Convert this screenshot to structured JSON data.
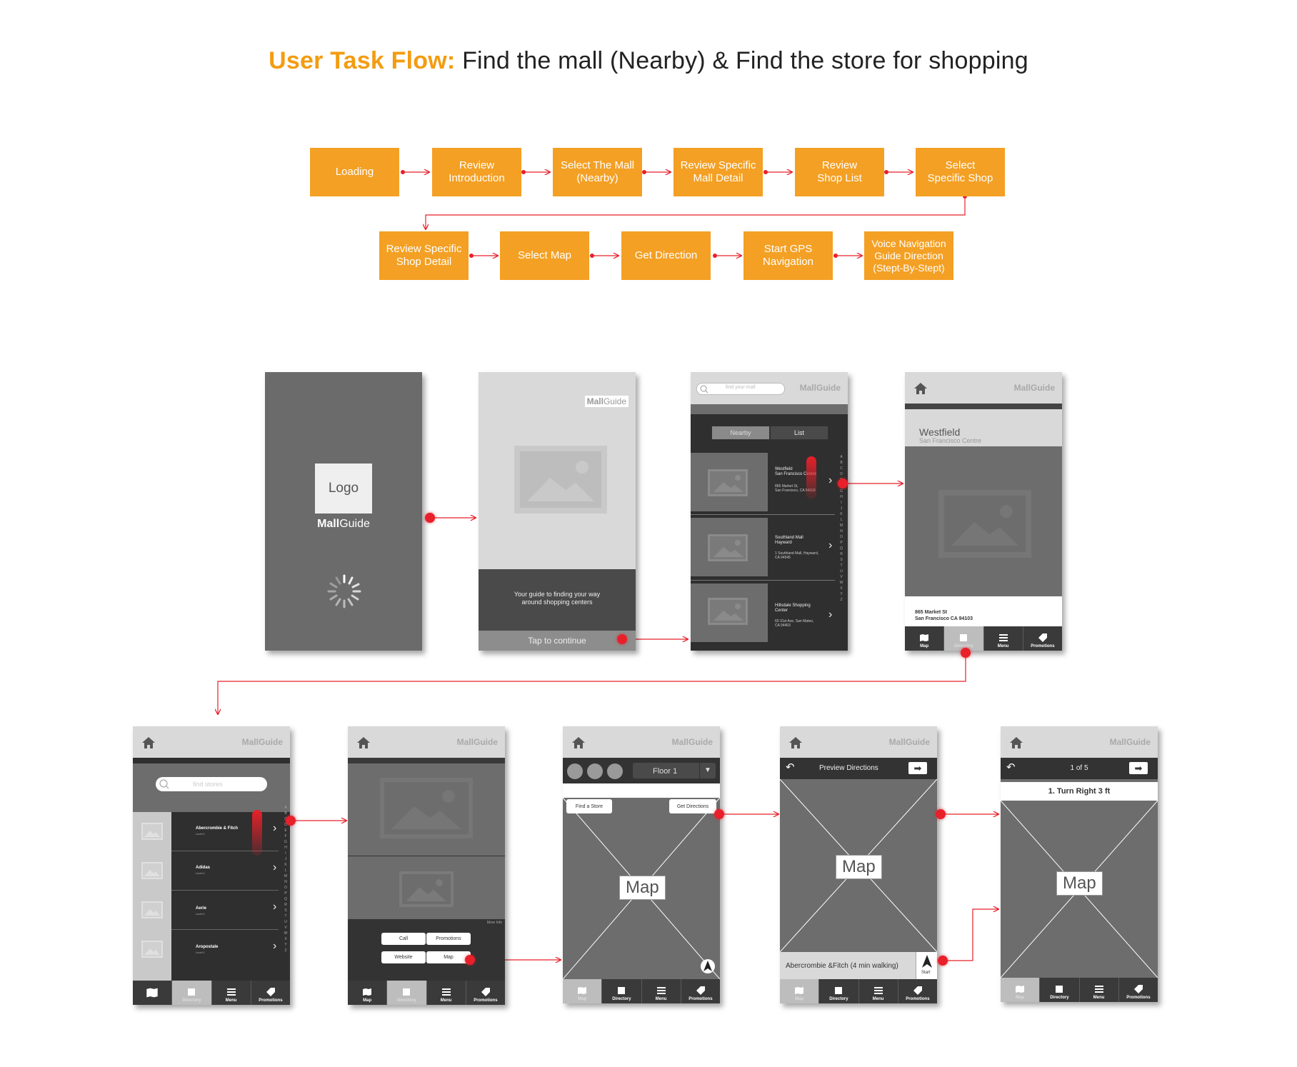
{
  "title": {
    "prefix": "User Task Flow:",
    "text": "Find the mall (Nearby) & Find the store for shopping"
  },
  "colors": {
    "accent": "#f4a024",
    "connector": "#e8202a",
    "gray": "#6d6d6d"
  },
  "flow_row1": [
    "Loading",
    "Review\nIntroduction",
    "Select The Mall\n(Nearby)",
    "Review Specific\nMall Detail",
    "Review\nShop List",
    "Select\nSpecific Shop"
  ],
  "flow_row2": [
    "Review Specific\nShop Detail",
    "Select Map",
    "Get Direction",
    "Start GPS\nNavigation",
    "Voice Navigation\nGuide Direction\n(Stept-By-Stept)"
  ],
  "brand": {
    "mall": "Mall",
    "guide": "Guide"
  },
  "tabs": {
    "map": "Map",
    "directory": "Directory",
    "menu": "Menu",
    "promotions": "Promotions"
  },
  "screen1": {
    "logo": "Logo"
  },
  "screen2": {
    "tagline": "Your guide to finding your way\naround shopping centers",
    "tap": "Tap to continue"
  },
  "screen3": {
    "search_placeholder": "find your mall",
    "seg_nearby": "Nearby",
    "seg_list": "List",
    "malls": [
      {
        "name": "Westfield\nSan Francisco Centre",
        "addr": "865 Market St,\nSan Francisco, CA 94103"
      },
      {
        "name": "Southland Mall\nHayward",
        "addr": "1 Southland Mall, Hayward,\nCA 94545"
      },
      {
        "name": "Hillsdale Shopping\nCenter",
        "addr": "60 31st Ave, San Mateo,\nCA 94403"
      }
    ]
  },
  "screen4": {
    "name": "Westfield",
    "sub": "San Francisco Centre",
    "addr1": "865 Market St",
    "addr2": "San Francisco  CA 94103"
  },
  "screen5": {
    "search_placeholder": "find stores",
    "stores": [
      {
        "name": "Abercrombie & Fitch",
        "level": "Level 1"
      },
      {
        "name": "Adidas",
        "level": "Level 1"
      },
      {
        "name": "Aerie",
        "level": "Level 1"
      },
      {
        "name": "Aropostale",
        "level": "Level 1"
      }
    ]
  },
  "screen6": {
    "more": "More Info",
    "call": "Call",
    "promotions": "Promotions",
    "website": "Website",
    "map": "Map"
  },
  "screen7": {
    "floor": "Floor 1",
    "find_store": "Find a Store",
    "get_directions": "Get Directions",
    "map": "Map"
  },
  "screen8": {
    "preview": "Preview Directions",
    "map": "Map",
    "route": "Abercrombie &Fitch (4 min walking)",
    "start": "Start"
  },
  "screen9": {
    "step_count": "1 of 5",
    "instruction": "1.  Turn Right  3 ft",
    "map": "Map"
  }
}
